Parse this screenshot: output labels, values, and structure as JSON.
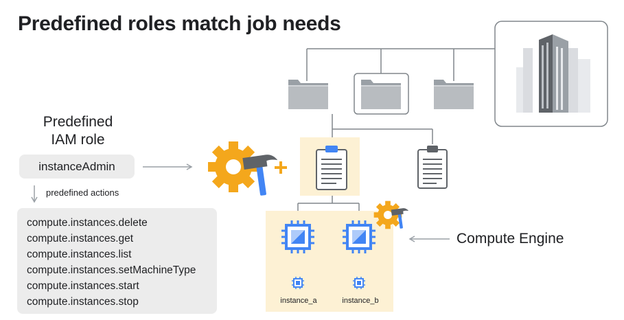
{
  "title": "Predefined roles match job needs",
  "role": {
    "heading_line1": "Predefined",
    "heading_line2": "IAM role",
    "name": "instanceAdmin",
    "actions_label": "predefined actions",
    "actions": [
      "compute.instances.delete",
      "compute.instances.get",
      "compute.instances.list",
      "compute.instances.setMachineType",
      "compute.instances.start",
      "compute.instances.stop"
    ]
  },
  "resources": {
    "compute_label": "Compute Engine",
    "instances": [
      "instance_a",
      "instance_b"
    ]
  },
  "colors": {
    "gear": "#f4a71c",
    "hammer_handle": "#4285f4",
    "highlight_box": "#fdf1d4",
    "chip_blue": "#4285f4",
    "folder_gray": "#9aa0a6",
    "pill_bg": "#ececec"
  },
  "icons": [
    "building-icon",
    "folder-icon",
    "gear-hammer-icon",
    "plus-icon",
    "clipboard-icon",
    "chip-icon"
  ]
}
